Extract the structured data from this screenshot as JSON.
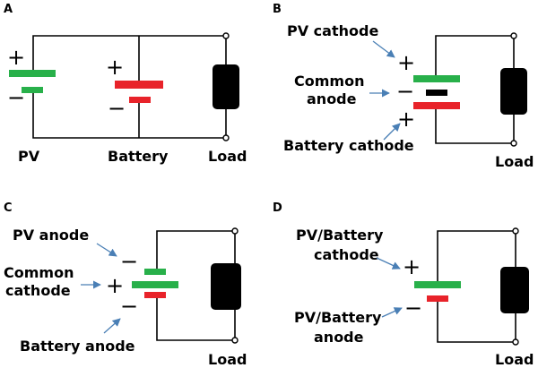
{
  "colors": {
    "pv_plate": "#28b04a",
    "battery_plate": "#e8232a",
    "common_plate": "#000000",
    "load": "#000000",
    "arrow": "#4a7fb5"
  },
  "panels": {
    "a": {
      "letter": "A",
      "plus_pv": "+",
      "minus_pv": "−",
      "plus_batt": "+",
      "minus_batt": "−",
      "pv_label": "PV",
      "battery_label": "Battery",
      "load_label": "Load"
    },
    "b": {
      "letter": "B",
      "pv_cathode": "PV cathode",
      "common_anode_1": "Common",
      "common_anode_2": "anode",
      "battery_cathode": "Battery cathode",
      "plus_top": "+",
      "minus_mid": "−",
      "plus_bottom": "+",
      "load_label": "Load"
    },
    "c": {
      "letter": "C",
      "pv_anode": "PV anode",
      "common_cathode_1": "Common",
      "common_cathode_2": "cathode",
      "battery_anode": "Battery anode",
      "minus_top": "−",
      "plus_mid": "+",
      "minus_bottom": "−",
      "load_label": "Load"
    },
    "d": {
      "letter": "D",
      "cathode_1": "PV/Battery",
      "cathode_2": "cathode",
      "anode_1": "PV/Battery",
      "anode_2": "anode",
      "plus": "+",
      "minus": "−",
      "load_label": "Load"
    }
  }
}
